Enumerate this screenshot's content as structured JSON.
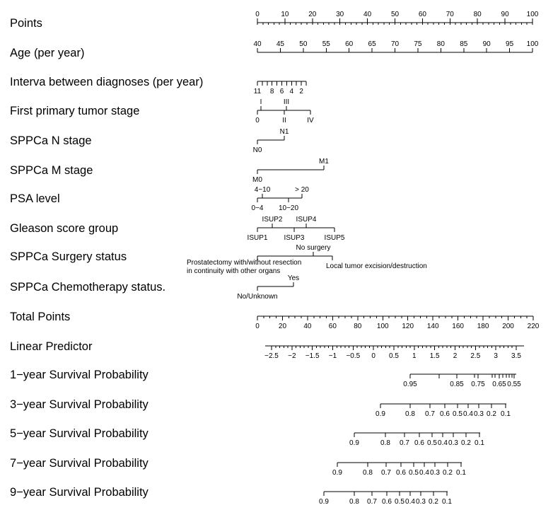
{
  "chart_data": {
    "type": "nomogram",
    "rows": [
      {
        "label": "Points",
        "ticks": [
          {
            "text": "0",
            "value": 0
          },
          {
            "text": "10",
            "value": 10
          },
          {
            "text": "20",
            "value": 20
          },
          {
            "text": "30",
            "value": 30
          },
          {
            "text": "40",
            "value": 40
          },
          {
            "text": "50",
            "value": 50
          },
          {
            "text": "60",
            "value": 60
          },
          {
            "text": "70",
            "value": 70
          },
          {
            "text": "80",
            "value": 80
          },
          {
            "text": "90",
            "value": 90
          },
          {
            "text": "100",
            "value": 100
          }
        ]
      },
      {
        "label": "Age (per year)",
        "ticks": [
          {
            "text": "40",
            "value": 40
          },
          {
            "text": "45",
            "value": 45
          },
          {
            "text": "50",
            "value": 50
          },
          {
            "text": "55",
            "value": 55
          },
          {
            "text": "60",
            "value": 60
          },
          {
            "text": "65",
            "value": 65
          },
          {
            "text": "70",
            "value": 70
          },
          {
            "text": "75",
            "value": 75
          },
          {
            "text": "80",
            "value": 80
          },
          {
            "text": "85",
            "value": 85
          },
          {
            "text": "90",
            "value": 90
          },
          {
            "text": "95",
            "value": 95
          },
          {
            "text": "100",
            "value": 100
          }
        ]
      },
      {
        "label": "Interva between diagnoses (per year)",
        "ticks": [
          {
            "text": "11",
            "value": 11
          },
          {
            "text": "",
            "value": 10
          },
          {
            "text": "",
            "value": 9
          },
          {
            "text": "8",
            "value": 8
          },
          {
            "text": "",
            "value": 7
          },
          {
            "text": "6",
            "value": 6
          },
          {
            "text": "",
            "value": 5
          },
          {
            "text": "4",
            "value": 4
          },
          {
            "text": "",
            "value": 3
          },
          {
            "text": "2",
            "value": 2
          },
          {
            "text": "",
            "value": 1
          }
        ]
      },
      {
        "label": "First primary tumor stage",
        "ticks": [
          {
            "text": "0",
            "value": "0"
          },
          {
            "text": "I",
            "value": "I"
          },
          {
            "text": "II",
            "value": "II"
          },
          {
            "text": "III",
            "value": "III"
          },
          {
            "text": "IV",
            "value": "IV"
          }
        ]
      },
      {
        "label": "SPPCa N stage",
        "ticks": [
          {
            "text": "N0",
            "value": "N0"
          },
          {
            "text": "N1",
            "value": "N1"
          }
        ]
      },
      {
        "label": "SPPCa M stage",
        "ticks": [
          {
            "text": "M0",
            "value": "M0"
          },
          {
            "text": "M1",
            "value": "M1"
          }
        ]
      },
      {
        "label": "PSA level",
        "ticks": [
          {
            "text": "0−4",
            "value": "0-4"
          },
          {
            "text": "4−10",
            "value": "4-10"
          },
          {
            "text": "10−20",
            "value": "10-20"
          },
          {
            "text": "> 20",
            "value": ">20"
          }
        ]
      },
      {
        "label": "Gleason score group",
        "ticks": [
          {
            "text": "ISUP1",
            "value": "ISUP1"
          },
          {
            "text": "ISUP2",
            "value": "ISUP2"
          },
          {
            "text": "ISUP3",
            "value": "ISUP3"
          },
          {
            "text": "ISUP4",
            "value": "ISUP4"
          },
          {
            "text": "ISUP5",
            "value": "ISUP5"
          }
        ]
      },
      {
        "label": "SPPCa Surgery status",
        "ticks": [
          {
            "text": "Prostatectomy with/without resection",
            "text2": "in continuity with other organs",
            "value": "Prostatectomy"
          },
          {
            "text": "No surgery",
            "value": "No surgery"
          },
          {
            "text": "Local tumor excision/destruction",
            "value": "Local tumor excision/destruction"
          }
        ]
      },
      {
        "label": "SPPCa Chemotherapy status.",
        "ticks": [
          {
            "text": "No/Unknown",
            "value": "No/Unknown"
          },
          {
            "text": "Yes",
            "value": "Yes"
          }
        ]
      },
      {
        "label": "Total Points",
        "ticks": [
          {
            "text": "0",
            "value": 0
          },
          {
            "text": "20",
            "value": 20
          },
          {
            "text": "40",
            "value": 40
          },
          {
            "text": "60",
            "value": 60
          },
          {
            "text": "80",
            "value": 80
          },
          {
            "text": "100",
            "value": 100
          },
          {
            "text": "120",
            "value": 120
          },
          {
            "text": "140",
            "value": 140
          },
          {
            "text": "160",
            "value": 160
          },
          {
            "text": "180",
            "value": 180
          },
          {
            "text": "200",
            "value": 200
          },
          {
            "text": "220",
            "value": 220
          }
        ]
      },
      {
        "label": "Linear Predictor",
        "ticks": [
          {
            "text": "−2.5",
            "value": -2.5
          },
          {
            "text": "−2",
            "value": -2
          },
          {
            "text": "−1.5",
            "value": -1.5
          },
          {
            "text": "−1",
            "value": -1
          },
          {
            "text": "−0.5",
            "value": -0.5
          },
          {
            "text": "0",
            "value": 0
          },
          {
            "text": "0.5",
            "value": 0.5
          },
          {
            "text": "1",
            "value": 1
          },
          {
            "text": "1.5",
            "value": 1.5
          },
          {
            "text": "2",
            "value": 2
          },
          {
            "text": "2.5",
            "value": 2.5
          },
          {
            "text": "3",
            "value": 3
          },
          {
            "text": "3.5",
            "value": 3.5
          }
        ]
      },
      {
        "label": "1−year Survival Probability",
        "ticks": [
          {
            "text": "0.95",
            "value": 0.95
          },
          {
            "text": "",
            "value": 0.9
          },
          {
            "text": "0.85",
            "value": 0.85
          },
          {
            "text": "0.75",
            "value": 0.75
          },
          {
            "text": "0.65",
            "value": 0.65
          },
          {
            "text": "0.55",
            "value": 0.55
          }
        ]
      },
      {
        "label": "3−year Survival Probability",
        "ticks": [
          {
            "text": "0.9",
            "value": 0.9
          },
          {
            "text": "0.8",
            "value": 0.8
          },
          {
            "text": "0.7",
            "value": 0.7
          },
          {
            "text": "0.6",
            "value": 0.6
          },
          {
            "text": "0.5",
            "value": 0.5
          },
          {
            "text": "0.4",
            "value": 0.4
          },
          {
            "text": "0.3",
            "value": 0.3
          },
          {
            "text": "0.2",
            "value": 0.2
          },
          {
            "text": "0.1",
            "value": 0.1
          }
        ]
      },
      {
        "label": "5−year Survival Probability",
        "ticks": [
          {
            "text": "0.9",
            "value": 0.9
          },
          {
            "text": "0.8",
            "value": 0.8
          },
          {
            "text": "0.7",
            "value": 0.7
          },
          {
            "text": "0.6",
            "value": 0.6
          },
          {
            "text": "0.5",
            "value": 0.5
          },
          {
            "text": "0.4",
            "value": 0.4
          },
          {
            "text": "0.3",
            "value": 0.3
          },
          {
            "text": "0.2",
            "value": 0.2
          },
          {
            "text": "0.1",
            "value": 0.1
          }
        ]
      },
      {
        "label": "7−year Survival Probability",
        "ticks": [
          {
            "text": "0.9",
            "value": 0.9
          },
          {
            "text": "0.8",
            "value": 0.8
          },
          {
            "text": "0.7",
            "value": 0.7
          },
          {
            "text": "0.6",
            "value": 0.6
          },
          {
            "text": "0.5",
            "value": 0.5
          },
          {
            "text": "0.4",
            "value": 0.4
          },
          {
            "text": "0.3",
            "value": 0.3
          },
          {
            "text": "0.2",
            "value": 0.2
          },
          {
            "text": "0.1",
            "value": 0.1
          }
        ]
      },
      {
        "label": "9−year Survival Probability",
        "ticks": [
          {
            "text": "0.9",
            "value": 0.9
          },
          {
            "text": "0.8",
            "value": 0.8
          },
          {
            "text": "0.7",
            "value": 0.7
          },
          {
            "text": "0.6",
            "value": 0.6
          },
          {
            "text": "0.5",
            "value": 0.5
          },
          {
            "text": "0.4",
            "value": 0.4
          },
          {
            "text": "0.3",
            "value": 0.3
          },
          {
            "text": "0.2",
            "value": 0.2
          },
          {
            "text": "0.1",
            "value": 0.1
          }
        ]
      }
    ]
  }
}
